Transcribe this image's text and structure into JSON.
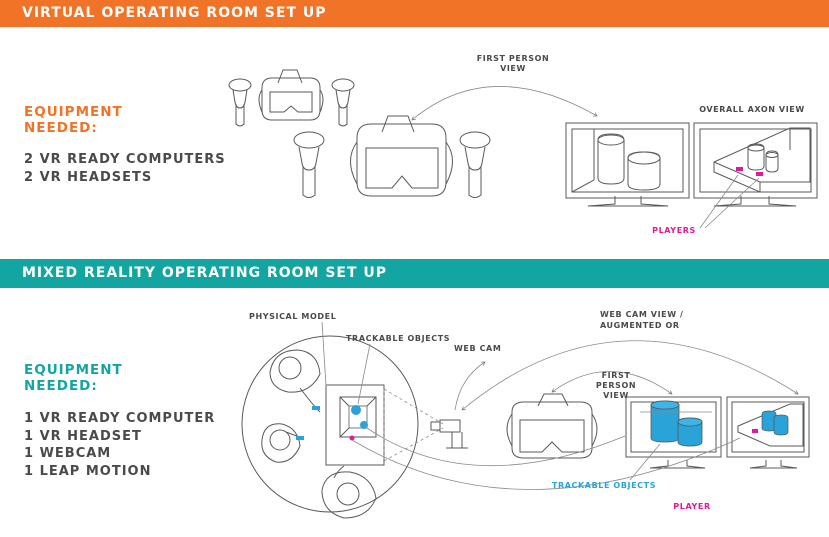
{
  "banners": {
    "top": "VIRTUAL OPERATING ROOM SET UP",
    "mid": "MIXED REALITY OPERATING ROOM SET UP"
  },
  "virtual": {
    "equipment_title_1": "EQUIPMENT",
    "equipment_title_2": "NEEDED:",
    "items": [
      "2 VR READY COMPUTERS",
      "2 VR HEADSETS"
    ],
    "first_person_1": "FIRST PERSON",
    "first_person_2": "VIEW",
    "overall_axon": "OVERALL AXON VIEW",
    "players": "PLAYERS"
  },
  "mixed": {
    "equipment_title_1": "EQUIPMENT",
    "equipment_title_2": "NEEDED:",
    "items": [
      "1 VR READY COMPUTER",
      "1 VR HEADSET",
      "1 WEBCAM",
      "1 LEAP MOTION"
    ],
    "physical_model": "PHYSICAL MODEL",
    "trackable_objects": "TRACKABLE OBJECTS",
    "web_cam": "WEB CAM",
    "web_cam_view_1": "WEB CAM VIEW /",
    "web_cam_view_2": "AUGMENTED OR",
    "first_person_1": "FIRST",
    "first_person_2": "PERSON",
    "first_person_3": "VIEW",
    "trackable_objects_2": "TRACKABLE OBJECTS",
    "player": "PLAYER"
  },
  "colors": {
    "orange": "#F07327",
    "teal": "#13A5A2",
    "magenta": "#E2189A",
    "blue": "#2AA3D8",
    "text_gray": "#4a4a4a"
  }
}
